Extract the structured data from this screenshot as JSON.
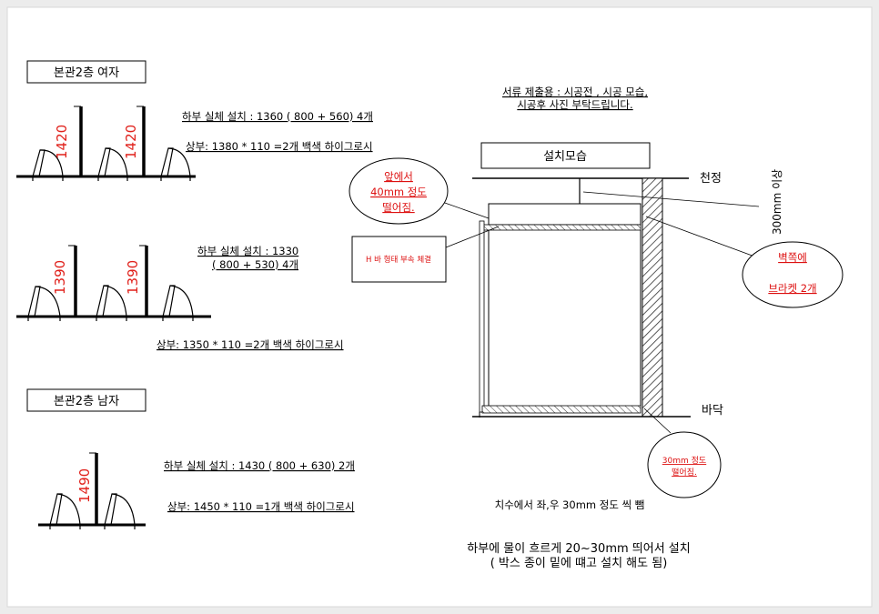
{
  "left": {
    "female_box": "본관2층 여자",
    "male_box": "본관2층 남자",
    "f1": {
      "height": "1420",
      "lower": "하부  실체  설치 : 1360 ( 800 + 560) 4개",
      "upper": "상부: 1380 * 110 =2개 백색 하이그로시"
    },
    "f2": {
      "height": "1390",
      "lower1": "하부  실체  설치 : 1330",
      "lower2": "( 800 + 530) 4개",
      "upper": "상부: 1350 * 110 =2개 백색 하이그로시"
    },
    "m1": {
      "height": "1490",
      "lower": "하부  실체  설치 : 1430 ( 800 + 630) 2개",
      "upper": "상부: 1450 * 110 =1개  백색 하이그로시"
    }
  },
  "right": {
    "note1": "서류 제출용 : 시공전 , 시공 모습,",
    "note2": "시공후 사진 부탁드립니다.",
    "install_box": "설치모습",
    "ceiling": "천정",
    "floor": "바닥",
    "clearance": "300mm 이상",
    "bubble_front": [
      "앞에서",
      "40mm  정도",
      "떨어짐."
    ],
    "hbar": "H 바  형태 부속 체결",
    "bubble_wall": [
      "벽쪽에",
      "브라켓 2개"
    ],
    "bubble_floor": [
      "30mm 정도",
      "떨어짐."
    ],
    "dim_note": "치수에서 좌,우 30mm 정도 씩 뺌",
    "bottom1": "하부에 물이 흐르게 20~30mm 띄어서 설치",
    "bottom2": "( 박스 종이 밑에 떄고 설치 해도 됨)"
  }
}
